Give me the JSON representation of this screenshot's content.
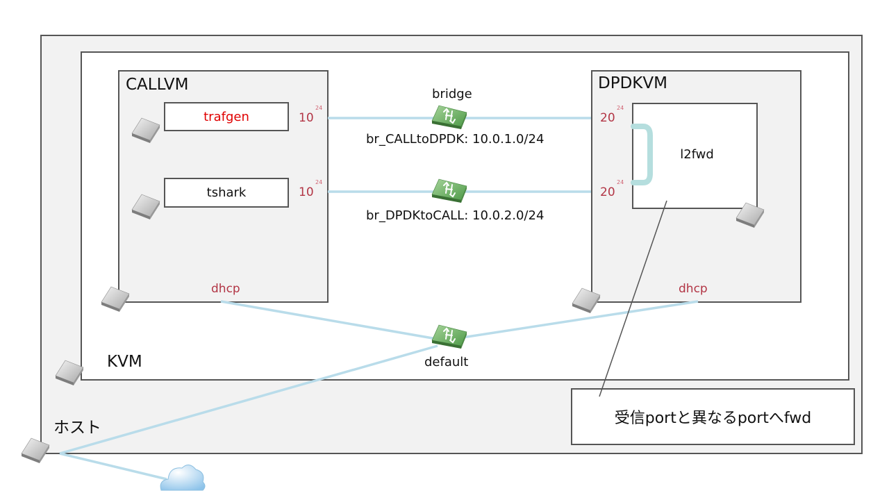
{
  "labels": {
    "host": "ホスト",
    "kvm": "KVM",
    "callvm": "CALLVM",
    "dpdkvm": "DPDKVM",
    "trafgen": "trafgen",
    "tshark": "tshark",
    "l2fwd": "l2fwd",
    "bridge": "bridge",
    "br1": "br_CALLtoDPDK: 10.0.1.0/24",
    "br2": "br_DPDKtoCALL: 10.0.2.0/24",
    "default": "default",
    "dhcp_call": "dhcp",
    "dhcp_dpdk": "dhcp",
    "call_if1": "10",
    "call_if1_mask": "24",
    "call_if2": "10",
    "call_if2_mask": "24",
    "dpdk_if1": "20",
    "dpdk_if1_mask": "24",
    "dpdk_if2": "20",
    "dpdk_if2_mask": "24",
    "note": "受信portと異なるportへfwd"
  },
  "colors": {
    "link": "#b9dcea",
    "loop": "#b5dede",
    "address_text": "#b23545",
    "app_text_highlight": "#e00000",
    "box_fill": "#f2f2f2",
    "box_border": "#555555"
  },
  "icons": {
    "nic": "nic-icon",
    "switch": "switch-icon",
    "cloud": "cloud-icon"
  }
}
